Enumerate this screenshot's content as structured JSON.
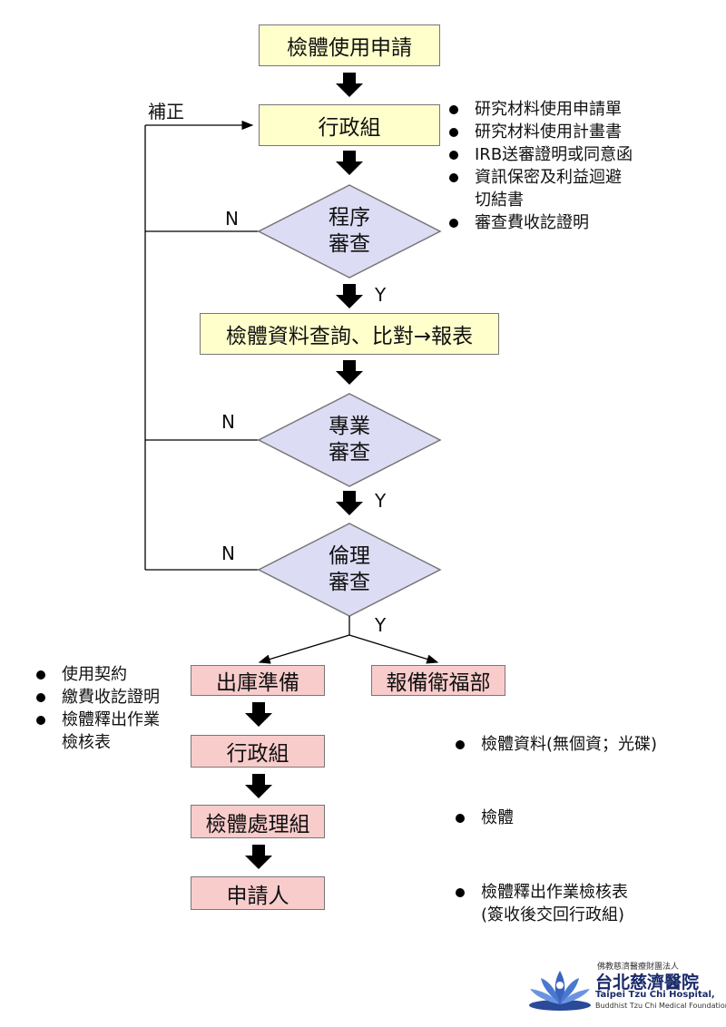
{
  "nodes": {
    "specimen_application": "檢體使用申請",
    "admin_group_1": "行政組",
    "procedure_review": "程序\n審查",
    "specimen_query": "檢體資料查詢、比對→報表",
    "professional_review": "專業\n審查",
    "ethics_review": "倫理\n審查",
    "outbound_prep": "出庫準備",
    "report_mohw": "報備衛福部",
    "admin_group_2": "行政組",
    "specimen_processing": "檢體處理組",
    "applicant": "申請人"
  },
  "labels": {
    "supplement": "補正",
    "no_1": "N",
    "no_2": "N",
    "no_3": "N",
    "yes_1": "Y",
    "yes_2": "Y",
    "yes_3": "Y"
  },
  "bullets": {
    "admin_docs": [
      "研究材料使用申請單",
      "研究材料使用計畫書",
      "IRB送審證明或同意函",
      "資訊保密及利益迴避\n切結書",
      "審查費收訖證明"
    ],
    "outbound_docs": [
      "使用契約",
      "繳費收訖證明",
      "檢體釋出作業\n檢核表"
    ],
    "admin2_docs": [
      "檢體資料(無個資；光碟)"
    ],
    "processing_docs": [
      "檢體"
    ],
    "applicant_docs": [
      "檢體釋出作業檢核表\n(簽收後交回行政組)"
    ]
  },
  "logo": {
    "org": "佛教慈濟醫療財團法人",
    "name": "台北慈濟醫院",
    "en_name": "Taipei Tzu Chi Hospital,",
    "en_foundation": "Buddhist Tzu Chi Medical Foundation"
  }
}
